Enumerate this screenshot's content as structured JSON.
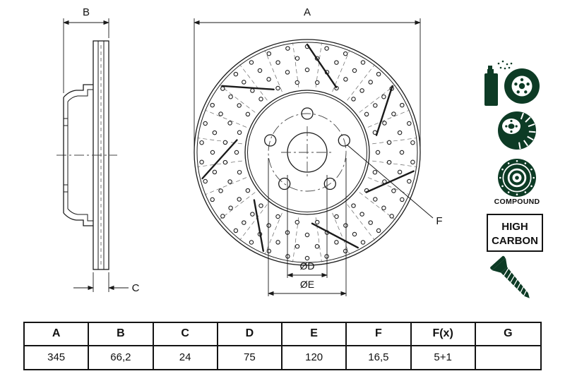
{
  "drawing": {
    "labels": {
      "a": "A",
      "b": "B",
      "c": "C",
      "d": "ØD",
      "e": "ØE",
      "f": "F"
    }
  },
  "icons": {
    "compound": "COMPOUND",
    "high_carbon_line1": "HIGH",
    "high_carbon_line2": "CARBON"
  },
  "table": {
    "headers": [
      "A",
      "B",
      "C",
      "D",
      "E",
      "F",
      "F(x)",
      "G"
    ],
    "values": [
      "345",
      "66,2",
      "24",
      "75",
      "120",
      "16,5",
      "5+1",
      ""
    ]
  },
  "colors": {
    "line": "#1a1a1a",
    "icon_green": "#0d3b25"
  }
}
